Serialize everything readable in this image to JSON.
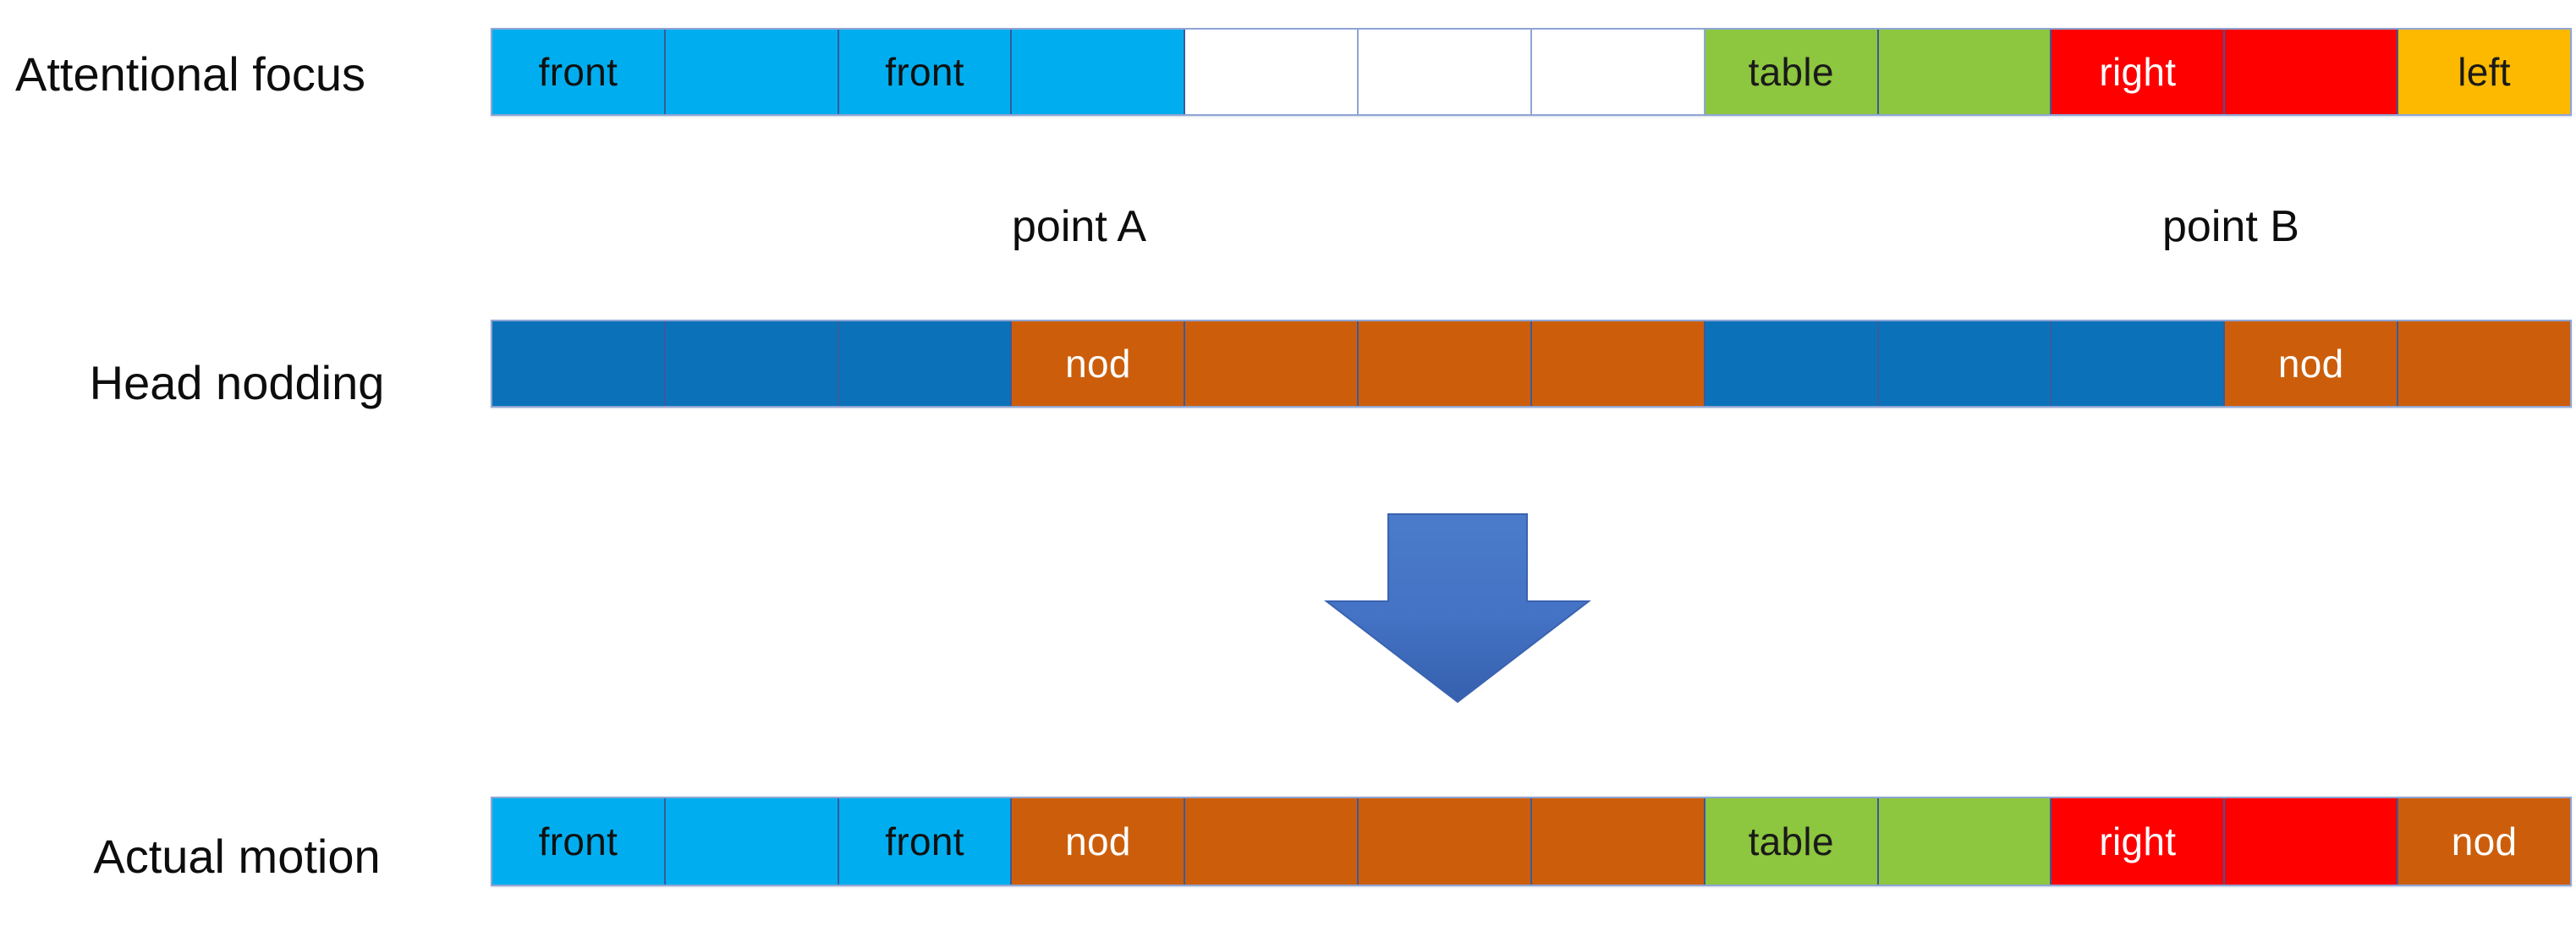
{
  "rows": [
    {
      "name": "attentional-focus",
      "label": "Attentional focus",
      "cells": [
        {
          "text": "front",
          "color": "#00AEEF",
          "style": "c-cyan"
        },
        {
          "text": "",
          "color": "#00AEEF",
          "style": "c-cyan"
        },
        {
          "text": "front",
          "color": "#00AEEF",
          "style": "c-cyan"
        },
        {
          "text": "",
          "color": "#00AEEF",
          "style": "c-cyan"
        },
        {
          "text": "",
          "color": "#FFFFFF",
          "style": "c-white"
        },
        {
          "text": "",
          "color": "#FFFFFF",
          "style": "c-white"
        },
        {
          "text": "",
          "color": "#FFFFFF",
          "style": "c-white"
        },
        {
          "text": "table",
          "color": "#8DC63F",
          "style": "c-green"
        },
        {
          "text": "",
          "color": "#8DC63F",
          "style": "c-green"
        },
        {
          "text": "right",
          "color": "#FF0000",
          "style": "c-red"
        },
        {
          "text": "",
          "color": "#FF0000",
          "style": "c-red"
        },
        {
          "text": "left",
          "color": "#FCB900",
          "style": "c-amber"
        }
      ]
    },
    {
      "name": "head-nodding",
      "label": "Head nodding",
      "cells": [
        {
          "text": "",
          "color": "#0B72BA",
          "style": "c-dblue"
        },
        {
          "text": "",
          "color": "#0B72BA",
          "style": "c-dblue"
        },
        {
          "text": "",
          "color": "#0B72BA",
          "style": "c-dblue"
        },
        {
          "text": "nod",
          "color": "#CC5E0B",
          "style": "c-orange"
        },
        {
          "text": "",
          "color": "#CC5E0B",
          "style": "c-orange"
        },
        {
          "text": "",
          "color": "#CC5E0B",
          "style": "c-orange"
        },
        {
          "text": "",
          "color": "#CC5E0B",
          "style": "c-orange"
        },
        {
          "text": "",
          "color": "#0B72BA",
          "style": "c-dblue"
        },
        {
          "text": "",
          "color": "#0B72BA",
          "style": "c-dblue"
        },
        {
          "text": "",
          "color": "#0B72BA",
          "style": "c-dblue"
        },
        {
          "text": "nod",
          "color": "#CC5E0B",
          "style": "c-orange"
        },
        {
          "text": "",
          "color": "#CC5E0B",
          "style": "c-orange"
        }
      ]
    },
    {
      "name": "actual-motion",
      "label": "Actual motion",
      "cells": [
        {
          "text": "front",
          "color": "#00AEEF",
          "style": "c-cyan"
        },
        {
          "text": "",
          "color": "#00AEEF",
          "style": "c-cyan"
        },
        {
          "text": "front",
          "color": "#00AEEF",
          "style": "c-cyan"
        },
        {
          "text": "nod",
          "color": "#CC5E0B",
          "style": "c-orange"
        },
        {
          "text": "",
          "color": "#CC5E0B",
          "style": "c-orange"
        },
        {
          "text": "",
          "color": "#CC5E0B",
          "style": "c-orange"
        },
        {
          "text": "",
          "color": "#CC5E0B",
          "style": "c-orange"
        },
        {
          "text": "table",
          "color": "#8DC63F",
          "style": "c-green"
        },
        {
          "text": "",
          "color": "#8DC63F",
          "style": "c-green"
        },
        {
          "text": "right",
          "color": "#FF0000",
          "style": "c-red"
        },
        {
          "text": "",
          "color": "#FF0000",
          "style": "c-red"
        },
        {
          "text": "nod",
          "color": "#CC5E0B",
          "style": "c-orange"
        }
      ]
    }
  ],
  "annotations": {
    "point_a": "point A",
    "point_b": "point B"
  },
  "arrow": {
    "name": "down-arrow",
    "direction": "down",
    "color": "#4472C4",
    "outline": "#3A63B0"
  }
}
